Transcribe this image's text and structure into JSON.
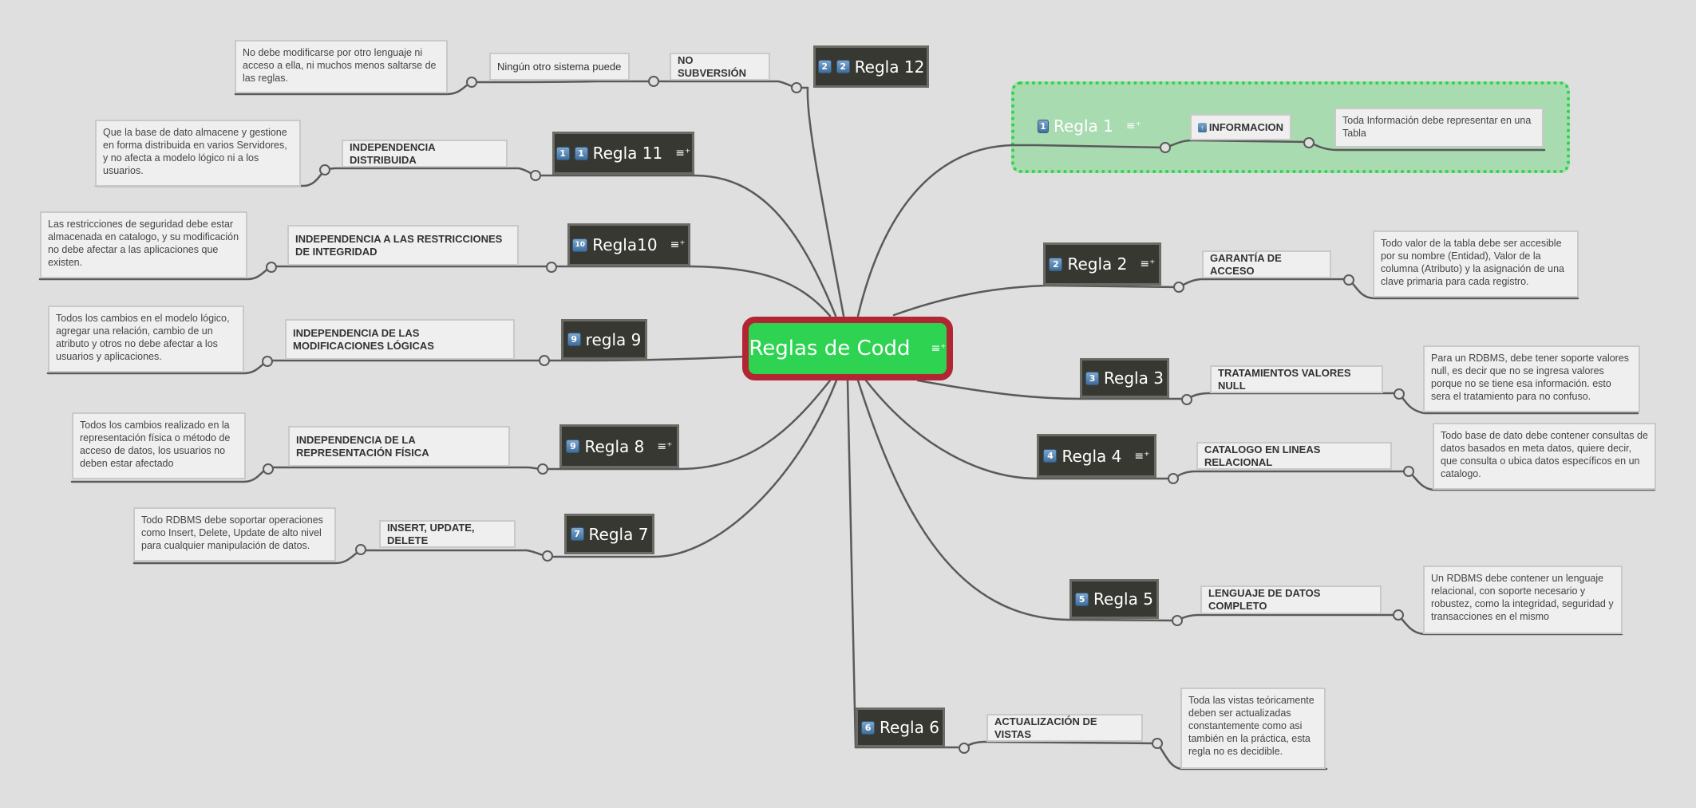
{
  "colors": {
    "background": "#dfdfdf",
    "central_fill": "#2ed352",
    "central_border": "#b22532",
    "rule_fill": "#383832",
    "rule_border": "#6b6b66",
    "topic_fill": "#efefef",
    "boundary_fill": "#a8dbb0",
    "boundary_border": "#2fd34f",
    "line": "#5a5a5a"
  },
  "central": {
    "title": "Reglas de Codd",
    "icon": "notes-icon"
  },
  "rules": [
    {
      "id": "regla1",
      "badges": [
        "1"
      ],
      "label": "Regla 1",
      "has_notes_icon": true,
      "topic": {
        "badge": "↑",
        "label": "INFORMACION"
      },
      "description": "Toda Información debe representar en una Tabla"
    },
    {
      "id": "regla2",
      "badges": [
        "2"
      ],
      "label": "Regla 2",
      "has_notes_icon": true,
      "topic": {
        "label": "GARANTÍA DE ACCESO"
      },
      "description": "Todo valor de la tabla debe ser accesible por su nombre (Entidad), Valor de la columna (Atributo) y la asignación de una clave primaria para cada registro."
    },
    {
      "id": "regla3",
      "badges": [
        "3"
      ],
      "label": "Regla 3",
      "has_notes_icon": false,
      "topic": {
        "label": "TRATAMIENTOS VALORES NULL"
      },
      "description": "Para un RDBMS, debe tener soporte valores null, es decir que no se ingresa valores porque no se tiene esa información. esto sera el tratamiento para no confuso."
    },
    {
      "id": "regla4",
      "badges": [
        "4"
      ],
      "label": "Regla 4",
      "has_notes_icon": true,
      "topic": {
        "label": "CATALOGO EN LINEAS RELACIONAL"
      },
      "description": "Todo base de dato debe contener consultas de datos basados en meta datos, quiere decir, que consulta o ubica datos específicos en un catalogo."
    },
    {
      "id": "regla5",
      "badges": [
        "5"
      ],
      "label": "Regla 5",
      "has_notes_icon": false,
      "topic": {
        "label": "LENGUAJE DE DATOS COMPLETO"
      },
      "description": "Un RDBMS debe contener un lenguaje relacional, con soporte necesario y robustez, como la  integridad, seguridad y transacciones en el mismo"
    },
    {
      "id": "regla6",
      "badges": [
        "6"
      ],
      "label": "Regla 6",
      "has_notes_icon": false,
      "topic": {
        "label": "ACTUALIZACIÓN DE VISTAS"
      },
      "description": "Toda las vistas teóricamente deben ser actualizadas constantemente como asi también en la práctica, esta regla no es decidible."
    },
    {
      "id": "regla7",
      "badges": [
        "7"
      ],
      "label": "Regla 7",
      "has_notes_icon": false,
      "topic": {
        "label": "INSERT, UPDATE, DELETE"
      },
      "description": "Todo RDBMS debe soportar operaciones como Insert, Delete, Update de alto nivel para cualquier manipulación de datos."
    },
    {
      "id": "regla8",
      "badges": [
        "9"
      ],
      "label": "Regla 8",
      "has_notes_icon": true,
      "topic": {
        "label": "INDEPENDENCIA DE LA REPRESENTACIÓN FÍSICA"
      },
      "description": "Todos los cambios realizado en la representación física o método de acceso de datos, los usuarios no deben estar afectado"
    },
    {
      "id": "regla9",
      "badges": [
        "9"
      ],
      "label": "regla 9",
      "has_notes_icon": false,
      "topic": {
        "label": "INDEPENDENCIA DE LAS MODIFICACIONES LÓGICAS"
      },
      "description": "Todos los cambios en el modelo lógico, agregar una relación, cambio de un atributo y otros no debe afectar a los usuarios y aplicaciones."
    },
    {
      "id": "regla10",
      "badges": [
        "10"
      ],
      "label": "Regla10",
      "has_notes_icon": true,
      "topic": {
        "label": "INDEPENDENCIA A LAS RESTRICCIONES DE INTEGRIDAD"
      },
      "description": "Las restricciones de seguridad debe estar almacenada en catalogo, y su modificación no debe afectar a las aplicaciones que existen."
    },
    {
      "id": "regla11",
      "badges": [
        "1",
        "1"
      ],
      "label": "Regla 11",
      "has_notes_icon": true,
      "topic": {
        "label": "INDEPENDENCIA DISTRIBUIDA"
      },
      "description": "Que la base de dato almacene y gestione en forma distribuida en varios Servidores, y no afecta a modelo lógico ni a los usuarios."
    },
    {
      "id": "regla12",
      "badges": [
        "2",
        "2"
      ],
      "label": "Regla 12",
      "has_notes_icon": false,
      "topic": {
        "label": "NO SUBVERSIÓN"
      },
      "subtopic": "Ningún otro sistema puede",
      "description": "No debe modificarse por otro lenguaje ni acceso a ella, ni muchos menos saltarse de las reglas."
    }
  ]
}
